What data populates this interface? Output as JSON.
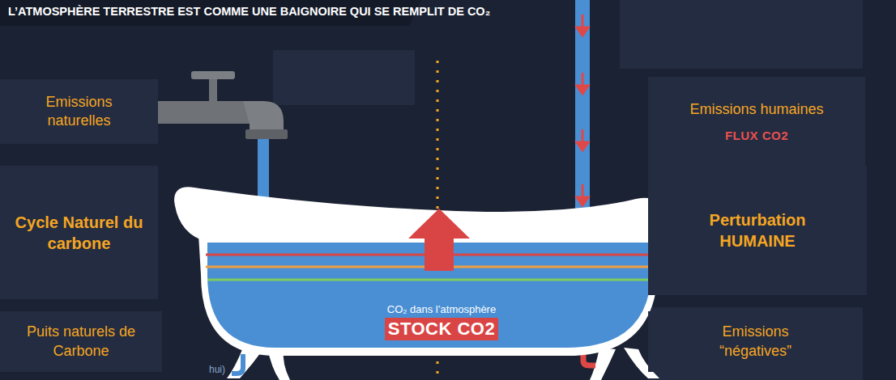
{
  "diagram": {
    "title": "L’ATMOSPHÈRE TERRESTRE EST COMME UNE BAIGNOIRE QUI SE REMPLIT DE CO₂",
    "nodes": [
      {
        "text": [
          "Emissions naturelles"
        ]
      },
      {
        "text": [
          "Cycle Naturel du carbone"
        ]
      },
      {
        "text": [
          "Puits naturels de Carbone"
        ]
      },
      {
        "text": [
          "Emissions humaines",
          "FLUX CO2"
        ]
      },
      {
        "text": [
          "Perturbation HUMAINE"
        ]
      },
      {
        "text": [
          "Emissions “négatives”"
        ]
      },
      {
        "text": [
          "CO₂ dans l’atmosphère",
          "STOCK CO2"
        ]
      }
    ],
    "labels": [
      "hui)"
    ]
  }
}
